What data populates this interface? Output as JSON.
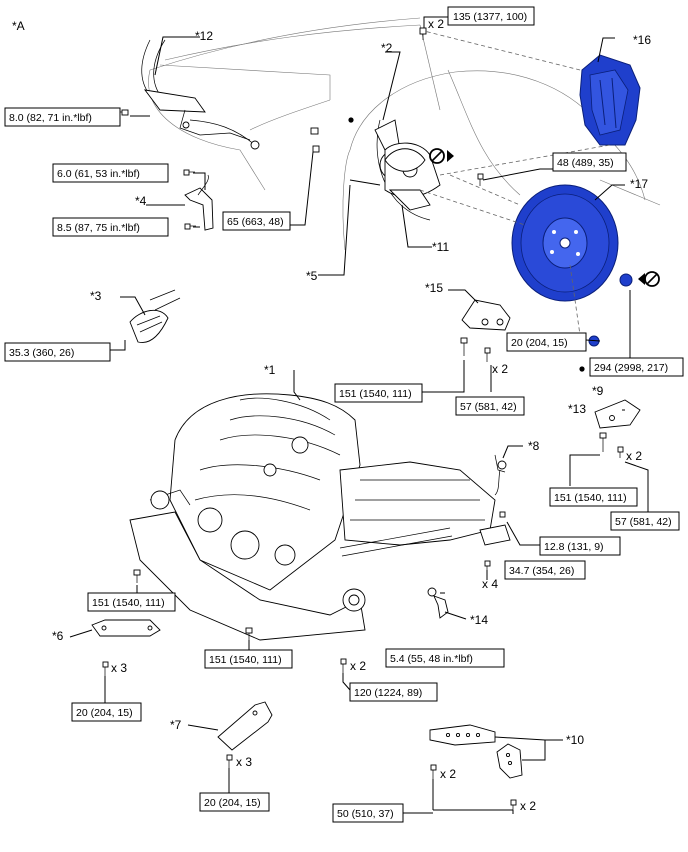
{
  "figure_label": "*A",
  "callouts": {
    "c1": "*1",
    "c2": "*2",
    "c3": "*3",
    "c4": "*4",
    "c5": "*5",
    "c6": "*6",
    "c7": "*7",
    "c8": "*8",
    "c9": "*9",
    "c10": "*10",
    "c11": "*11",
    "c12": "*12",
    "c13": "*13",
    "c14": "*14",
    "c15": "*15",
    "c16": "*16",
    "c17": "*17"
  },
  "torques": {
    "t135": "135 (1377, 100)",
    "t8_0": "8.0 (82, 71 in.*lbf)",
    "t6_0": "6.0 (61, 53 in.*lbf)",
    "t8_5": "8.5 (87, 75 in.*lbf)",
    "t65": "65 (663, 48)",
    "t48": "48 (489, 35)",
    "t35_3": "35.3 (360, 26)",
    "t20_top": "20 (204, 15)",
    "t294": "294 (2998, 217)",
    "t151_a": "151 (1540, 111)",
    "t57_a": "57 (581, 42)",
    "t151_b": "151 (1540, 111)",
    "t57_b": "57 (581, 42)",
    "t12_8": "12.8 (131, 9)",
    "t34_7": "34.7 (354, 26)",
    "t151_c": "151 (1540, 111)",
    "t151_d": "151 (1540, 111)",
    "t5_4": "5.4 (55, 48 in.*lbf)",
    "t120": "120 (1224, 89)",
    "t20_b": "20 (204, 15)",
    "t20_c": "20 (204, 15)",
    "t50": "50 (510, 37)"
  },
  "quantities": {
    "q_135": "x 2",
    "q_15": "x 2",
    "q_13": "x 2",
    "q_34_7": "x 4",
    "q_6": "x 3",
    "q_120": "x 2",
    "q_7": "x 3",
    "q_10a": "x 2",
    "q_10b": "x 2"
  },
  "colors": {
    "highlight_blue": "#1f3fcc"
  },
  "icons": [
    "do-not-reuse-icon",
    "precoated-part-dot",
    "bolt-icon",
    "nut-icon"
  ]
}
